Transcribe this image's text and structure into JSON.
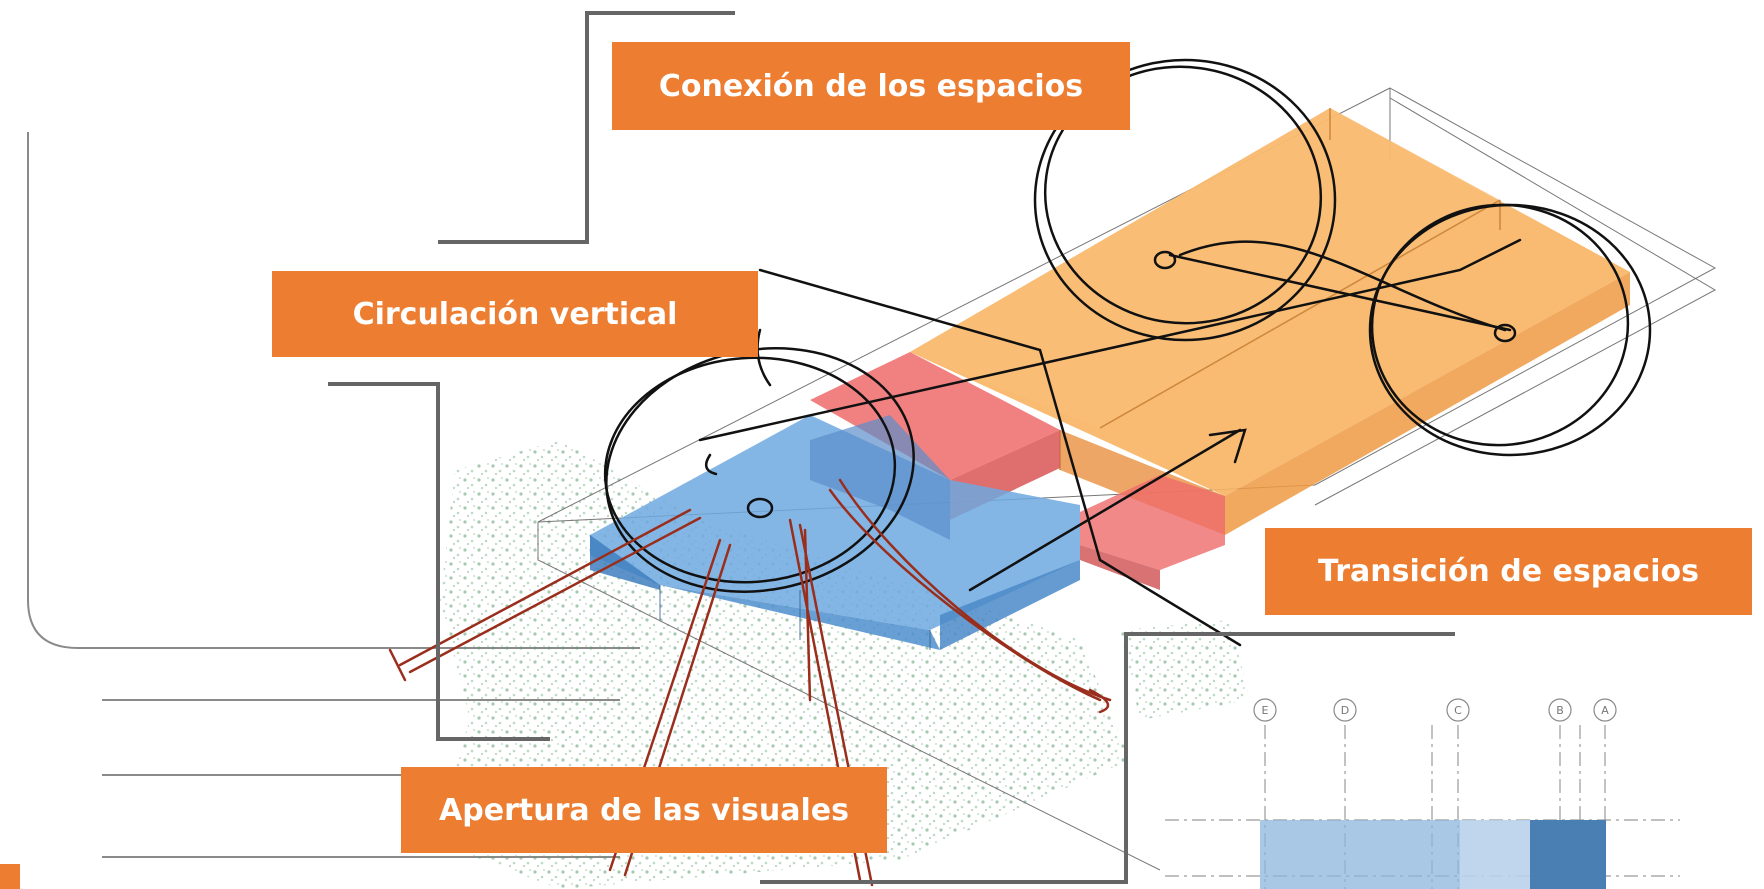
{
  "labels": {
    "conexion": "Conexión de los espacios",
    "circulacion": "Circulación vertical",
    "transicion": "Transición de espacios",
    "apertura": "Apertura de las visuales"
  },
  "grid_markers": [
    "E",
    "D",
    "C",
    "B",
    "A"
  ],
  "colors": {
    "label_bg": "#ed7d31",
    "orange_volume": "#f7b462",
    "red_volume": "#ef6b6b",
    "blue_volume": "#6fa9e0",
    "sketch_black": "#111111",
    "sketch_red": "#9a2e1c",
    "vegetation": "#6faa84",
    "leader_line": "#666666"
  }
}
